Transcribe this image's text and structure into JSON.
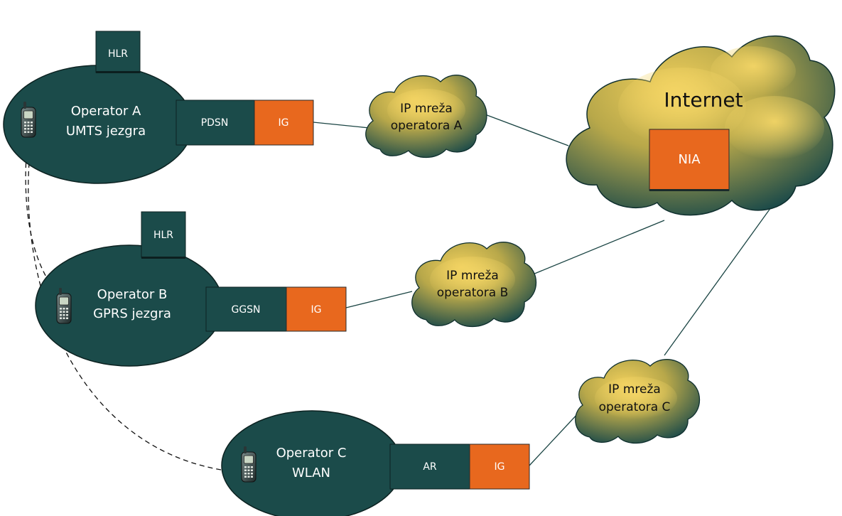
{
  "colors": {
    "core": "#1b4b4a",
    "gateway": "#e8681e",
    "cloud_light": "#e9c453",
    "cloud_dark": "#1c4a48",
    "link": "#1a4443"
  },
  "operators": [
    {
      "name": "Operator A",
      "core": "UMTS jezgra",
      "hlr": "HLR",
      "node": "PDSN",
      "gateway": "IG"
    },
    {
      "name": "Operator B",
      "core": "GPRS jezgra",
      "hlr": "HLR",
      "node": "GGSN",
      "gateway": "IG"
    },
    {
      "name": "Operator C",
      "core": "WLAN",
      "node": "AR",
      "gateway": "IG"
    }
  ],
  "clouds": [
    {
      "line1": "IP mreža",
      "line2": "operatora A"
    },
    {
      "line1": "IP mreža",
      "line2": "operatora B"
    },
    {
      "line1": "IP mreža",
      "line2": "operatora C"
    }
  ],
  "internet": {
    "label": "Internet",
    "nia": "NIA"
  },
  "icons": [
    "mobile-phone-icon",
    "mobile-phone-icon",
    "mobile-phone-icon"
  ]
}
